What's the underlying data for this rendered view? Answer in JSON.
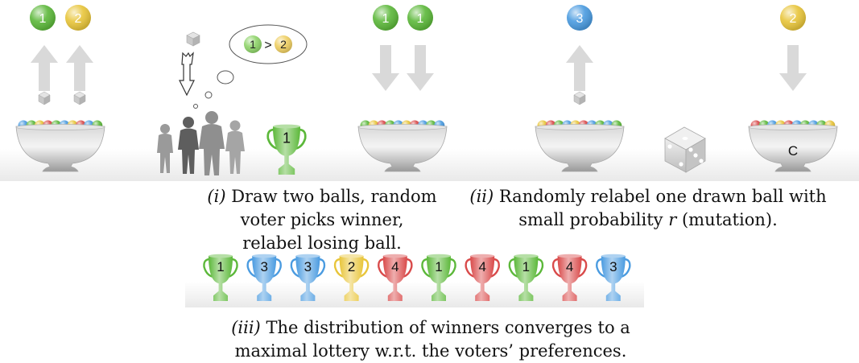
{
  "colors": {
    "green": "#5cb83a",
    "yellow": "#e8c53a",
    "blue": "#4a9be0",
    "red": "#d94a4a",
    "arrow": "#d9d9d9",
    "figure": "#8a8a8a"
  },
  "top_balls": [
    {
      "label": "1",
      "color": "green"
    },
    {
      "label": "2",
      "color": "yellow"
    },
    {
      "label": "1",
      "color": "green"
    },
    {
      "label": "1",
      "color": "green"
    },
    {
      "label": "3",
      "color": "blue"
    },
    {
      "label": "2",
      "color": "yellow"
    }
  ],
  "thought": {
    "left": "1",
    "op": ">",
    "right": "2"
  },
  "trophy_winner": "1",
  "bowl_c_label": "C",
  "captions": {
    "step1_prefix": "(i)",
    "step1_line1": "Draw two balls, random voter picks winner,",
    "step1_line2": "relabel losing ball.",
    "step2_prefix": "(ii)",
    "step2_line1": "Randomly relabel one drawn ball with",
    "step2_line2a": "small probability",
    "step2_var": "r",
    "step2_line2b": "(mutation).",
    "step3_prefix": "(iii)",
    "step3_line1": "The distribution of winners converges to a",
    "step3_line2": "maximal lottery w.r.t. the voters’ preferences."
  },
  "trophy_row": [
    {
      "label": "1",
      "color": "green"
    },
    {
      "label": "3",
      "color": "blue"
    },
    {
      "label": "3",
      "color": "blue"
    },
    {
      "label": "2",
      "color": "yellow"
    },
    {
      "label": "4",
      "color": "red"
    },
    {
      "label": "1",
      "color": "green"
    },
    {
      "label": "4",
      "color": "red"
    },
    {
      "label": "1",
      "color": "green"
    },
    {
      "label": "4",
      "color": "red"
    },
    {
      "label": "3",
      "color": "blue"
    }
  ]
}
